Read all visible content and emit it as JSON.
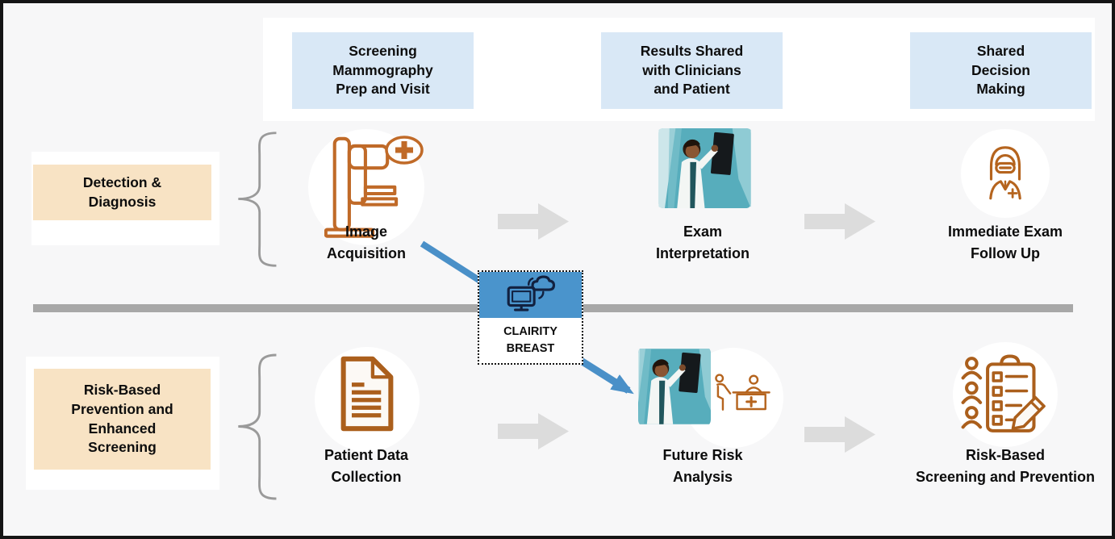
{
  "colors": {
    "background": "#f7f7f8",
    "frame_border": "#151515",
    "phase_header_bg": "#d9e8f6",
    "category_bg": "#f8e3c4",
    "clairity_blue": "#4a94cc",
    "flow_arrow_blue": "#4a90c8",
    "gray_block_arrow": "#dcdcdc",
    "divider_gray": "#a8a8a8",
    "icon_orange": "#b5641e",
    "icon_brown": "#ab5f1c",
    "monitor_icon_navy": "#122140",
    "illustration_teal": "#57adbc"
  },
  "phase_headers": [
    {
      "label": "Screening\nMammography\nPrep and Visit"
    },
    {
      "label": "Results Shared\nwith Clinicians\nand Patient"
    },
    {
      "label": "Shared\nDecision\nMaking"
    }
  ],
  "categories": [
    {
      "label": "Detection &\nDiagnosis"
    },
    {
      "label": "Risk-Based\nPrevention and\nEnhanced\nScreening"
    }
  ],
  "top_row_steps": [
    {
      "label": "Image\nAcquisition",
      "icon": "mammography-machine-icon"
    },
    {
      "label": "Exam\nInterpretation",
      "icon": "radiologist-reading-xray-illustration"
    },
    {
      "label": "Immediate Exam\nFollow Up",
      "icon": "masked-clinician-icon"
    }
  ],
  "bottom_row_steps": [
    {
      "label": "Patient Data\nCollection",
      "icon": "patient-document-icon"
    },
    {
      "label": "Future Risk\nAnalysis",
      "icon": "radiologist-and-consultation-icons"
    },
    {
      "label": "Risk-Based\nScreening and Prevention",
      "icon": "people-checklist-icon"
    }
  ],
  "clairity": {
    "label": "CLAIRITY\nBREAST",
    "icon": "computer-cloud-sync-icon"
  }
}
